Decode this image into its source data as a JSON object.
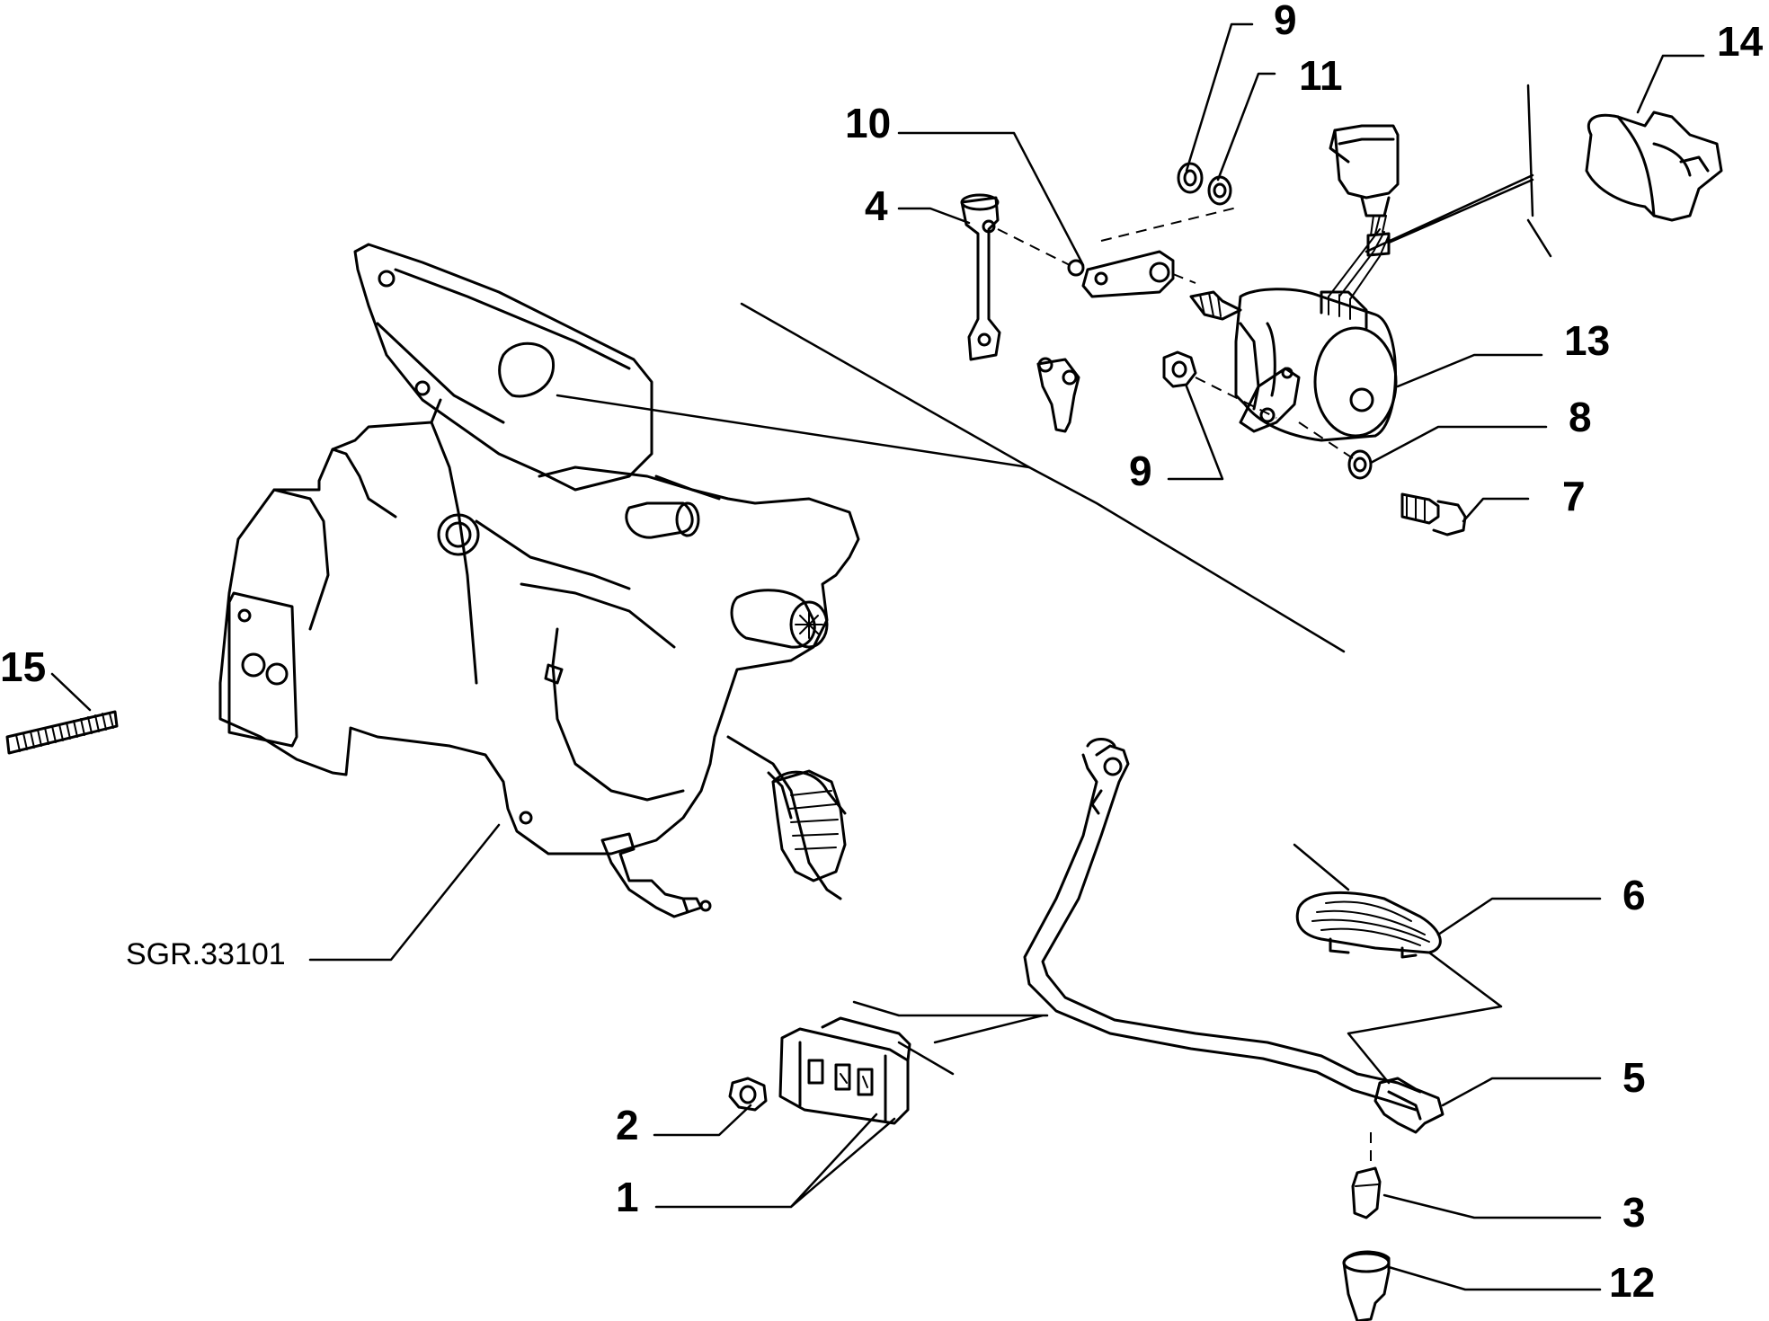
{
  "diagram": {
    "reference_code": "SGR.33101",
    "callouts": [
      {
        "id": "c1",
        "label": "1"
      },
      {
        "id": "c2",
        "label": "2"
      },
      {
        "id": "c3",
        "label": "3"
      },
      {
        "id": "c4",
        "label": "4"
      },
      {
        "id": "c5",
        "label": "5"
      },
      {
        "id": "c6",
        "label": "6"
      },
      {
        "id": "c7",
        "label": "7"
      },
      {
        "id": "c8",
        "label": "8"
      },
      {
        "id": "c9a",
        "label": "9"
      },
      {
        "id": "c9b",
        "label": "9"
      },
      {
        "id": "c10",
        "label": "10"
      },
      {
        "id": "c11",
        "label": "11"
      },
      {
        "id": "c12",
        "label": "12"
      },
      {
        "id": "c13",
        "label": "13"
      },
      {
        "id": "c14",
        "label": "14"
      },
      {
        "id": "c15",
        "label": "15"
      }
    ]
  }
}
